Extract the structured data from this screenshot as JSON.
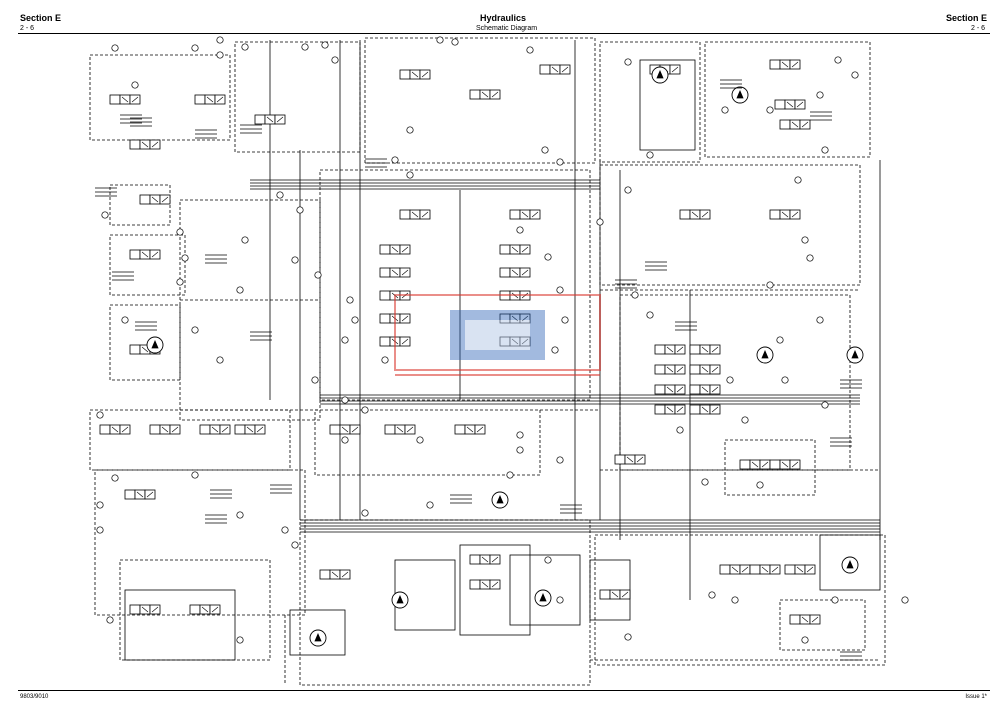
{
  "header": {
    "section_left": "Section E",
    "page_left": "2 - 6",
    "title": "Hydraulics",
    "subtitle": "Schematic Diagram",
    "section_right": "Section E",
    "page_right": "2 - 6"
  },
  "footer": {
    "doc_number": "9803/9010",
    "issue": "Issue 1*"
  },
  "colors": {
    "line": "#000000",
    "watermark_red": "#d9332a",
    "watermark_blue": "#2b63b5"
  }
}
